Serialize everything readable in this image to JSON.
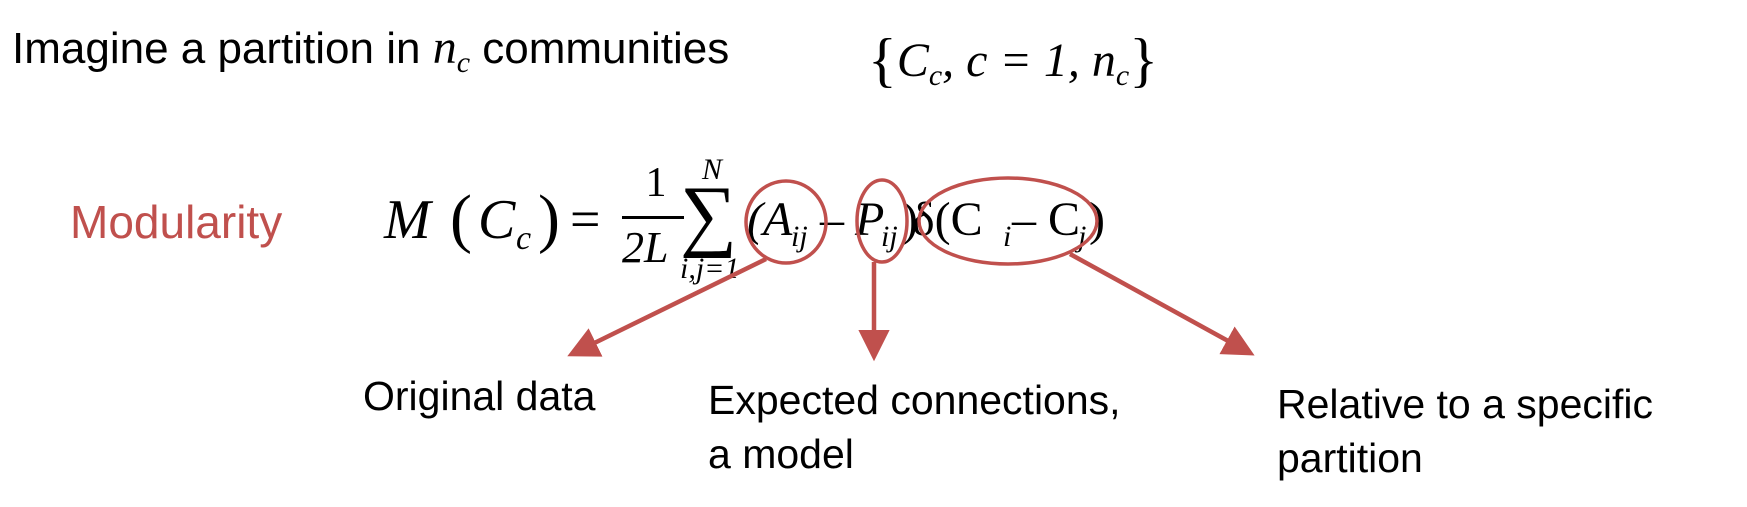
{
  "headline": {
    "prefix": "Imagine a partition in ",
    "var": "n",
    "var_sub": "c",
    "suffix": " communities"
  },
  "set_notation": {
    "open": "{",
    "c1": "C",
    "c1_sub": "c",
    "middle": ", c = 1, ",
    "n": "n",
    "n_sub": "c",
    "close": "}"
  },
  "modularity_label": "Modularity",
  "equation": {
    "lhs_M": "M",
    "lhs_paren_open": "(",
    "lhs_C": "C",
    "lhs_C_sub": "c",
    "lhs_paren_close": ")",
    "equals": "=",
    "frac_num": "1",
    "frac_den": "2L",
    "sum_symbol": "∑",
    "sum_upper": "N",
    "sum_lower": "i,j=1",
    "term_A_open": "(A",
    "term_A_sub": "ij",
    "minus": "–",
    "term_P": "P",
    "term_P_sub": "ij",
    "term_P_close": ")",
    "delta_open": "δ(C",
    "delta_Ci_sub": "i",
    "delta_minus": " – C",
    "delta_Cj_sub": "j",
    "delta_close": ")"
  },
  "annotations": [
    {
      "line1": "Original data",
      "line2": ""
    },
    {
      "line1": "Expected connections,",
      "line2": "a model"
    },
    {
      "line1": "Relative to a specific",
      "line2": "partition"
    }
  ],
  "colors": {
    "accent": "#c0504d",
    "text": "#000000"
  }
}
